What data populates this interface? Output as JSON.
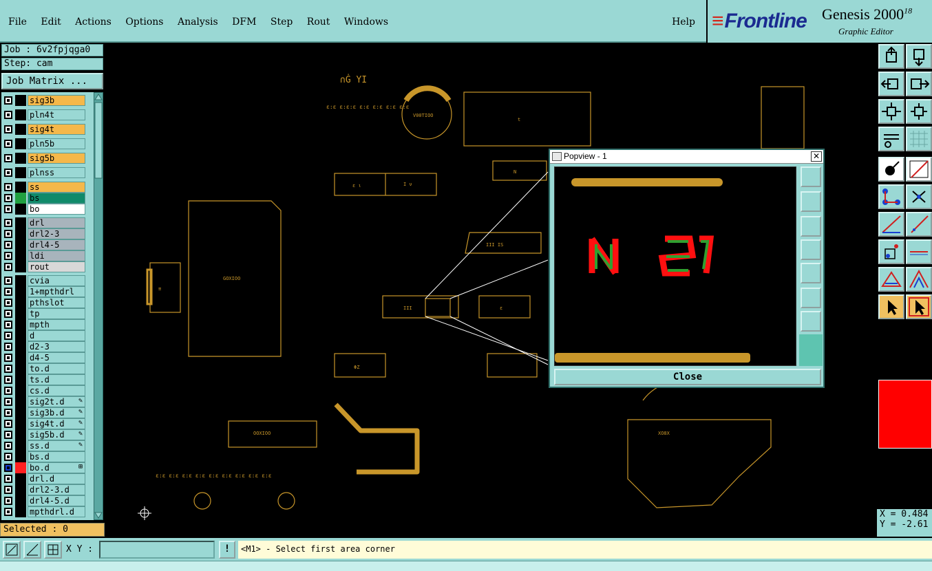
{
  "menubar": {
    "items": [
      "File",
      "Edit",
      "Actions",
      "Options",
      "Analysis",
      "DFM",
      "Step",
      "Rout",
      "Windows"
    ],
    "help": "Help"
  },
  "brand": {
    "logo": "Frontline",
    "title": "Genesis 2000",
    "version_sup": "18",
    "subtitle": "Graphic Editor"
  },
  "job": {
    "job_label": "Job : 6v2fpjqga0",
    "step_label": "Step: cam",
    "job_matrix_button": "Job Matrix ..."
  },
  "layers": [
    {
      "name": "sig3b",
      "color": "#f5b84a",
      "row": 0
    },
    {
      "name": "pln4t",
      "color": "#9ad8d4",
      "row": 1
    },
    {
      "name": "sig4t",
      "color": "#f5b84a",
      "row": 2
    },
    {
      "name": "pln5b",
      "color": "#9ad8d4",
      "row": 3
    },
    {
      "name": "sig5b",
      "color": "#f5b84a",
      "row": 4
    },
    {
      "name": "plnss",
      "color": "#9ad8d4",
      "row": 5
    },
    {
      "name": "ss",
      "color": "#f5b84a",
      "row": 6
    },
    {
      "name": "bs",
      "color": "#108a6a",
      "row": 7,
      "swatch": "#20a040"
    },
    {
      "name": "bo",
      "color": "#ffffff",
      "row": 8
    },
    {
      "name": "drl",
      "color": "#a8b4bc",
      "row": 9
    },
    {
      "name": "drl2-3",
      "color": "#a8b4bc",
      "row": 10
    },
    {
      "name": "drl4-5",
      "color": "#a8b4bc",
      "row": 11
    },
    {
      "name": "ldi",
      "color": "#a8b4bc",
      "row": 12
    },
    {
      "name": "rout",
      "color": "#d8d8d8",
      "row": 13
    },
    {
      "name": "cvia",
      "color": "#9ad8d4",
      "row": 14
    },
    {
      "name": "1+mpthdrl",
      "color": "#9ad8d4",
      "row": 15
    },
    {
      "name": "pthslot",
      "color": "#9ad8d4",
      "row": 16
    },
    {
      "name": "tp",
      "color": "#9ad8d4",
      "row": 17
    },
    {
      "name": "mpth",
      "color": "#9ad8d4",
      "row": 18
    },
    {
      "name": "d",
      "color": "#9ad8d4",
      "row": 19
    },
    {
      "name": "d2-3",
      "color": "#9ad8d4",
      "row": 20
    },
    {
      "name": "d4-5",
      "color": "#9ad8d4",
      "row": 21
    },
    {
      "name": "to.d",
      "color": "#9ad8d4",
      "row": 22
    },
    {
      "name": "ts.d",
      "color": "#9ad8d4",
      "row": 23
    },
    {
      "name": "cs.d",
      "color": "#9ad8d4",
      "row": 24
    },
    {
      "name": "sig2t.d",
      "color": "#9ad8d4",
      "row": 25,
      "mark": "pencil"
    },
    {
      "name": "sig3b.d",
      "color": "#9ad8d4",
      "row": 26,
      "mark": "pencil"
    },
    {
      "name": "sig4t.d",
      "color": "#9ad8d4",
      "row": 27,
      "mark": "pencil"
    },
    {
      "name": "sig5b.d",
      "color": "#9ad8d4",
      "row": 28,
      "mark": "pencil"
    },
    {
      "name": "ss.d",
      "color": "#9ad8d4",
      "row": 29,
      "mark": "pencil"
    },
    {
      "name": "bs.d",
      "color": "#9ad8d4",
      "row": 30
    },
    {
      "name": "bo.d",
      "color": "#9ad8d4",
      "row": 31,
      "swatch": "#ff2020",
      "active": true,
      "mark": "grid"
    },
    {
      "name": "drl.d",
      "color": "#9ad8d4",
      "row": 32
    },
    {
      "name": "drl2-3.d",
      "color": "#9ad8d4",
      "row": 33
    },
    {
      "name": "drl4-5.d",
      "color": "#9ad8d4",
      "row": 34
    },
    {
      "name": "mpthdrl.d",
      "color": "#9ad8d4",
      "row": 35
    }
  ],
  "selected": "Selected : 0",
  "coords": {
    "x": "X = 0.484",
    "y": "Y = -2.61"
  },
  "bottom": {
    "xy_label": "X Y :",
    "xy_value": "",
    "warn": "!",
    "status": "<M1> - Select first area corner"
  },
  "popview": {
    "title": "Popview - 1",
    "close": "Close",
    "close_x": "✕"
  },
  "colors": {
    "panel": "#9ad8d4",
    "feature": "#c8962a",
    "highlight_red": "#ff1010",
    "highlight_green": "#30a030"
  }
}
